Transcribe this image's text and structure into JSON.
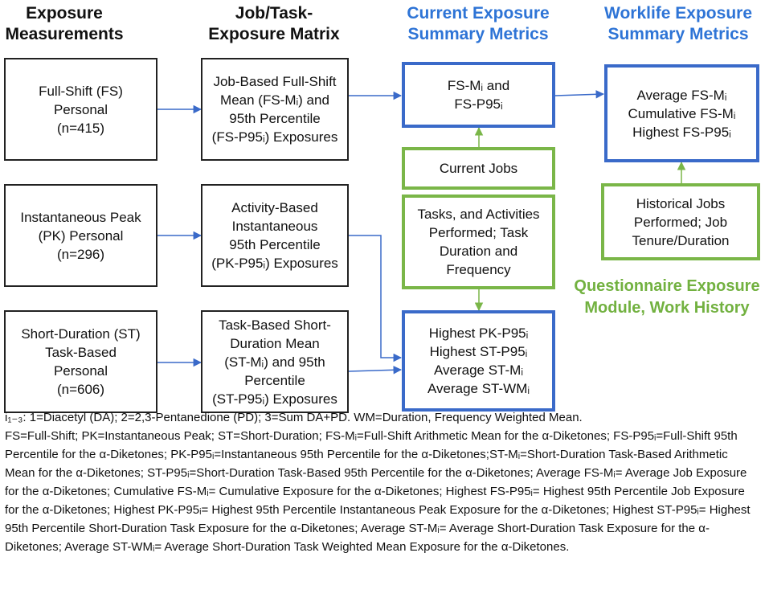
{
  "headers": {
    "exposure_measurements": [
      "Exposure",
      "Measurements"
    ],
    "job_task_matrix": [
      "Job/Task-",
      "Exposure Matrix"
    ],
    "current_metrics": [
      "Current Exposure",
      "Summary Metrics"
    ],
    "worklife_metrics": [
      "Worklife Exposure",
      "Summary Metrics"
    ]
  },
  "measurement_boxes": {
    "fs": [
      "Full-Shift (FS)",
      "Personal",
      "(n=415)"
    ],
    "pk": [
      "Instantaneous Peak",
      "(PK) Personal",
      "(n=296)"
    ],
    "st": [
      "Short-Duration (ST)",
      "Task-Based",
      "Personal",
      "(n=606)"
    ]
  },
  "matrix_boxes": {
    "fs": [
      "Job-Based Full-Shift",
      "Mean (FS-Mᵢ) and",
      "95th Percentile",
      "(FS-P95ᵢ) Exposures"
    ],
    "pk": [
      "Activity-Based",
      "Instantaneous",
      "95th Percentile",
      "(PK-P95ᵢ) Exposures"
    ],
    "st": [
      "Task-Based Short-",
      "Duration Mean",
      "(ST-Mᵢ) and 95th",
      "Percentile",
      "(ST-P95ᵢ) Exposures"
    ]
  },
  "current_boxes": {
    "fs_metrics": [
      "FS-Mᵢ and",
      "FS-P95ᵢ"
    ],
    "current_jobs": [
      "Current Jobs"
    ],
    "tasks": [
      "Tasks, and Activities",
      "Performed; Task",
      "Duration and",
      "Frequency"
    ],
    "highest": [
      "Highest PK-P95ᵢ",
      "Highest ST-P95ᵢ",
      "Average ST-Mᵢ",
      "Average ST-WMᵢ"
    ]
  },
  "worklife_boxes": {
    "metrics": [
      "Average FS-Mᵢ",
      "Cumulative FS-Mᵢ",
      "Highest FS-P95ᵢ"
    ],
    "historical": [
      "Historical Jobs",
      "Performed; Job",
      "Tenure/Duration"
    ]
  },
  "questionnaire_label": [
    "Questionnaire Exposure",
    "Module, Work History"
  ],
  "footnotes": [
    "i₁₋₃: 1=Diacetyl (DA); 2=2,3-Pentanedione (PD); 3=Sum DA+PD. WM=Duration, Frequency Weighted Mean.",
    "FS=Full-Shift; PK=Instantaneous Peak; ST=Short-Duration; FS-Mᵢ=Full-Shift Arithmetic Mean for the α-Diketones; FS-P95ᵢ=Full-Shift 95th Percentile for the α-Diketones; PK-P95ᵢ=Instantaneous 95th Percentile for the α-Diketones;ST-Mᵢ=Short-Duration Task-Based Arithmetic Mean for the α-Diketones; ST-P95ᵢ=Short-Duration Task-Based 95th Percentile for the α-Diketones; Average FS-Mᵢ= Average Job Exposure for the α-Diketones; Cumulative FS-Mᵢ= Cumulative Exposure for the α-Diketones; Highest FS-P95ᵢ= Highest 95th Percentile Job Exposure for the α-Diketones; Highest PK-P95ᵢ= Highest 95th Percentile Instantaneous Peak Exposure for the α-Diketones; Highest ST-P95ᵢ= Highest 95th Percentile Short-Duration Task Exposure for the α-Diketones; Average ST-Mᵢ= Average Short-Duration Task Exposure for the α-Diketones; Average ST-WMᵢ= Average Short-Duration Task Weighted Mean Exposure for the α-Diketones."
  ],
  "colors": {
    "blue": "#3a6ac9",
    "green": "#7ab648",
    "header_blue": "#2e74d6"
  }
}
